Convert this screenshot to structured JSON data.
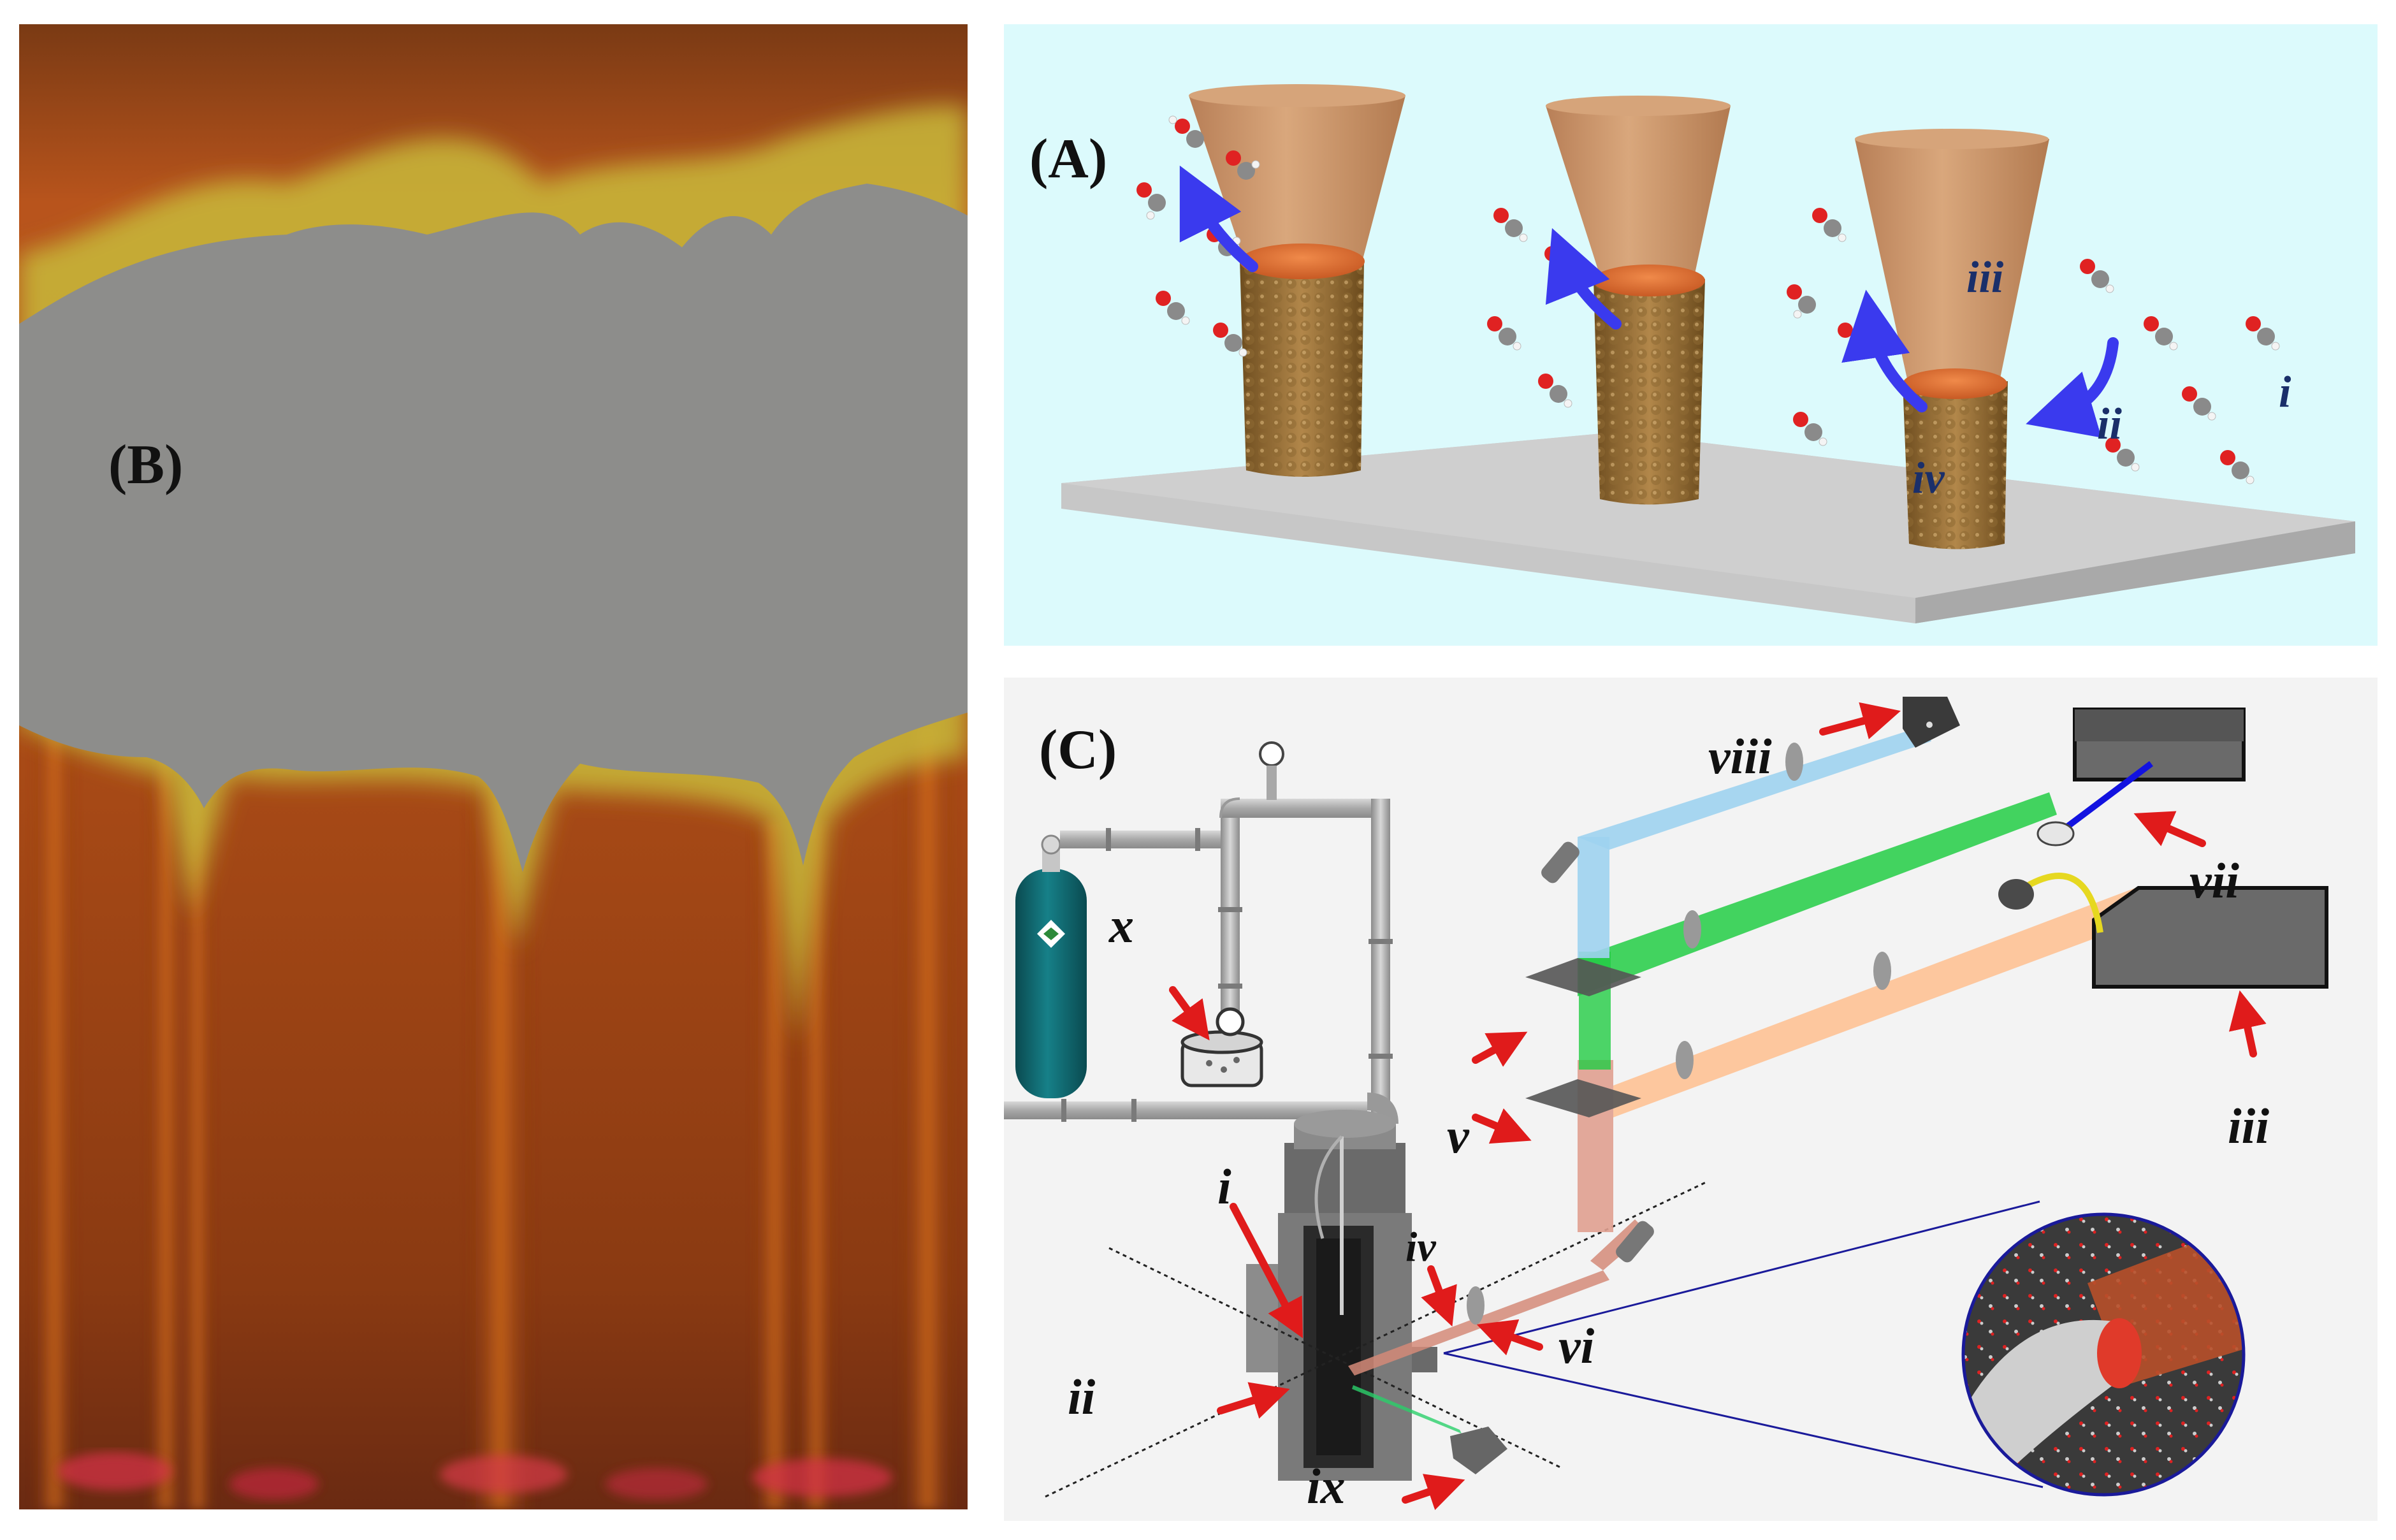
{
  "panels": {
    "A": {
      "label": "(A)",
      "roman": {
        "i": "i",
        "ii": "ii",
        "iii": "iii",
        "iv": "iv"
      }
    },
    "B": {
      "label": "(B)"
    },
    "C": {
      "label": "(C)",
      "roman": {
        "i": "i",
        "ii": "ii",
        "iii": "iii",
        "iv": "iv",
        "v": "v",
        "vi": "vi",
        "vii": "vii",
        "viii": "viii",
        "ix": "ix",
        "x": "x"
      }
    }
  },
  "colors": {
    "panelA_bg": "#dcfafc",
    "panelC_bg": "#f3f3f3",
    "arrow_red": "#e01b1b",
    "arrow_blue": "#3a3aee",
    "cone": "#c9956a",
    "label_blue": "#1a2f6a",
    "gas_cylinder": "#0e5d65"
  }
}
